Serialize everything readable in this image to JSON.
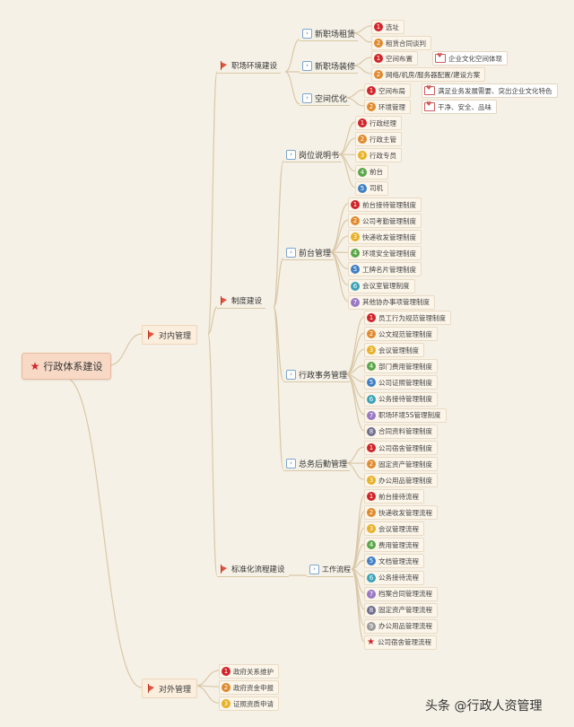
{
  "root": {
    "label": "行政体系建设"
  },
  "internal": {
    "label": "对内管理",
    "env": {
      "label": "职场环境建设",
      "rent": {
        "label": "新职场租赁",
        "items": [
          "选址",
          "租赁合同谈判"
        ]
      },
      "decor": {
        "label": "新职场装修",
        "items": [
          "空间布置",
          "网络/机房/服务器配置/建设方案"
        ],
        "note": "企业文化空间体现"
      },
      "optimize": {
        "label": "空间优化",
        "items": [
          "空间布局",
          "环境管理"
        ],
        "notes": [
          "满足业务发展需要、突出企业文化特色",
          "干净、安全、品味"
        ]
      }
    },
    "system": {
      "label": "制度建设",
      "jobs": {
        "label": "岗位说明书",
        "items": [
          "行政经理",
          "行政主管",
          "行政专员",
          "前台",
          "司机"
        ]
      },
      "front": {
        "label": "前台管理",
        "items": [
          "前台接待管理制度",
          "公司考勤管理制度",
          "快递收发管理制度",
          "环境安全管理制度",
          "工牌名片管理制度",
          "会议室管理制度",
          "其他协办事项管理制度"
        ]
      },
      "admin": {
        "label": "行政事务管理",
        "items": [
          "员工行为规范管理制度",
          "公文规范管理制度",
          "会议管理制度",
          "部门费用管理制度",
          "公司证照管理制度",
          "公务接待管理制度",
          "职场环境5S管理制度",
          "合同资料管理制度"
        ]
      },
      "logistics": {
        "label": "总务后勤管理",
        "items": [
          "公司宿舍管理制度",
          "固定资产管理制度",
          "办公用品管理制度"
        ]
      }
    },
    "process": {
      "label": "标准化流程建设",
      "flow": {
        "label": "工作流程",
        "items": [
          "前台接待流程",
          "快递收发管理流程",
          "会议管理流程",
          "费用管理流程",
          "文档管理流程",
          "公务接待流程",
          "档案合同管理流程",
          "固定资产管理流程",
          "办公用品管理流程",
          "公司宿舍管理流程"
        ]
      }
    }
  },
  "external": {
    "label": "对外管理",
    "items": [
      "政府关系维护",
      "政府资金申报",
      "证照资质申请"
    ]
  },
  "watermark": "头条 @行政人资管理",
  "colors": {
    "priority": [
      "#d0242a",
      "#e08a2e",
      "#e8b026",
      "#5aa64a",
      "#3f7fc4",
      "#3aa3b8",
      "#9a79c4",
      "#6e6e8e",
      "#9a9a9a"
    ],
    "connector": "#d9c8a8"
  }
}
